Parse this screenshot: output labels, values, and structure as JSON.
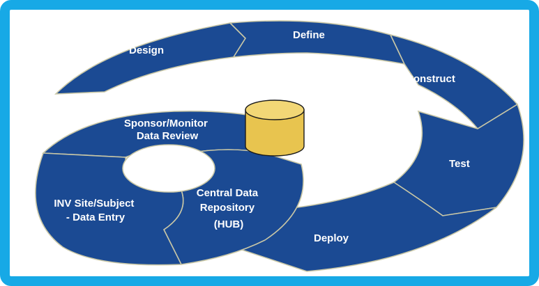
{
  "colors": {
    "frame": "#17a9e6",
    "segment_fill": "#1b4a93",
    "segment_stroke": "#c9c7a6",
    "label": "#ffffff",
    "cylinder_fill": "#e8c44f",
    "cylinder_top": "#f2d776"
  },
  "outer_cycle": {
    "stages": [
      {
        "label": "Design"
      },
      {
        "label": "Define"
      },
      {
        "label": "Construct"
      },
      {
        "label": "Test"
      },
      {
        "label": "Deploy"
      }
    ]
  },
  "inner_cycle": {
    "stages": [
      {
        "label_lines": [
          "Sponsor/Monitor",
          "Data Review"
        ]
      },
      {
        "label_lines": [
          "Central Data",
          "Repository",
          "(HUB)"
        ]
      },
      {
        "label_lines": [
          "INV Site/Subject",
          "- Data Entry"
        ]
      }
    ]
  },
  "icons": {
    "database": "database-cylinder-icon"
  }
}
